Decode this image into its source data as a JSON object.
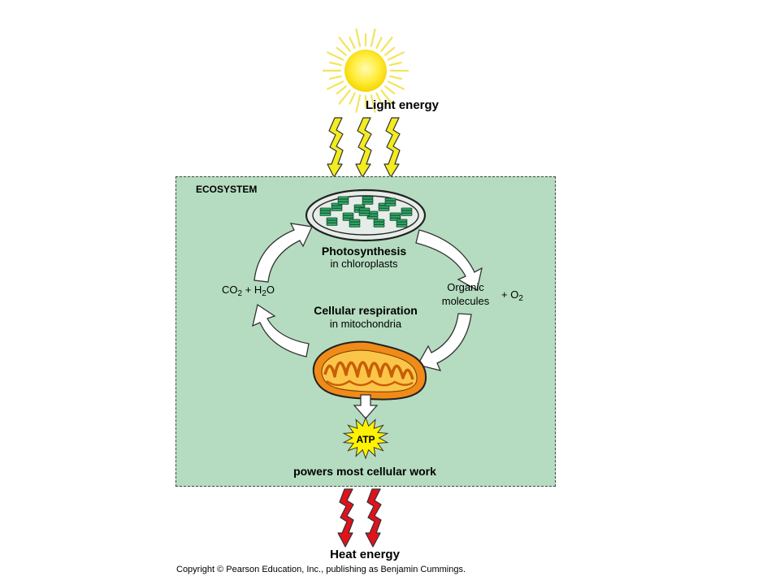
{
  "diagram": {
    "light_label": "Light energy",
    "ecosystem_label": "ECOSYSTEM",
    "photosynthesis_title": "Photosynthesis",
    "photosynthesis_sub": "in chloroplasts",
    "organic_line1": "Organic",
    "organic_line2": "molecules",
    "o2_plus": "+ O",
    "o2_sub": "2",
    "co2_prefix": "CO",
    "co2_sub": "2",
    "h2o_prefix": "+ H",
    "h2o_sub": "2",
    "h2o_suffix": "O",
    "respiration_title": "Cellular respiration",
    "respiration_sub": "in mitochondria",
    "atp_label": "ATP",
    "powers_label": "powers most cellular work",
    "heat_label": "Heat energy",
    "copyright": "Copyright © Pearson Education, Inc., publishing as Benjamin Cummings."
  },
  "colors": {
    "ecosystem_fill": "#b5dcc0",
    "sun_yellow": "#ffe94a",
    "light_bolt": "#f2ec20",
    "heat_bolt": "#e0121c",
    "chloroplast_green": "#36a86a",
    "mitochondrion_orange": "#f08a18",
    "atp_yellow": "#fff200"
  }
}
